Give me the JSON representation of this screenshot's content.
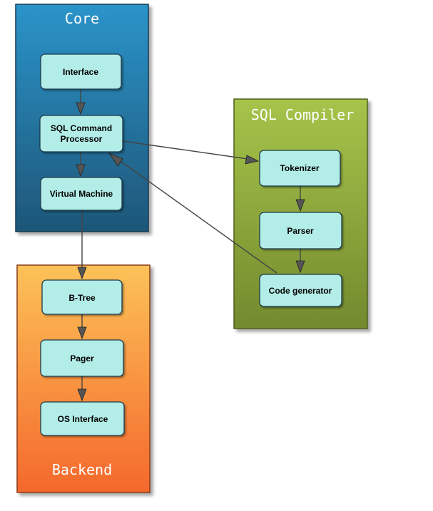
{
  "clusters": {
    "core": {
      "title": "Core"
    },
    "compiler": {
      "title": "SQL Compiler"
    },
    "backend": {
      "title": "Backend"
    }
  },
  "nodes": {
    "interface": {
      "label": "Interface"
    },
    "sql_command_processor": {
      "label_line1": "SQL Command",
      "label_line2": "Processor"
    },
    "virtual_machine": {
      "label": "Virtual Machine"
    },
    "tokenizer": {
      "label": "Tokenizer"
    },
    "parser": {
      "label": "Parser"
    },
    "code_generator": {
      "label": "Code generator"
    },
    "btree": {
      "label": "B-Tree"
    },
    "pager": {
      "label": "Pager"
    },
    "os_interface": {
      "label": "OS Interface"
    }
  },
  "edges": [
    {
      "from": "Interface",
      "to": "SQL Command Processor"
    },
    {
      "from": "SQL Command Processor",
      "to": "Virtual Machine"
    },
    {
      "from": "SQL Command Processor",
      "to": "Tokenizer"
    },
    {
      "from": "Tokenizer",
      "to": "Parser"
    },
    {
      "from": "Parser",
      "to": "Code generator"
    },
    {
      "from": "Code generator",
      "to": "SQL Command Processor"
    },
    {
      "from": "Virtual Machine",
      "to": "B-Tree"
    },
    {
      "from": "B-Tree",
      "to": "Pager"
    },
    {
      "from": "Pager",
      "to": "OS Interface"
    }
  ],
  "colors": {
    "core_top": "#2b94c9",
    "core_bottom": "#1e5678",
    "compiler_top": "#a6c44a",
    "compiler_bottom": "#738a2e",
    "backend_top": "#fcc258",
    "backend_bottom": "#f4682c",
    "node_fill": "#b3ede8"
  }
}
